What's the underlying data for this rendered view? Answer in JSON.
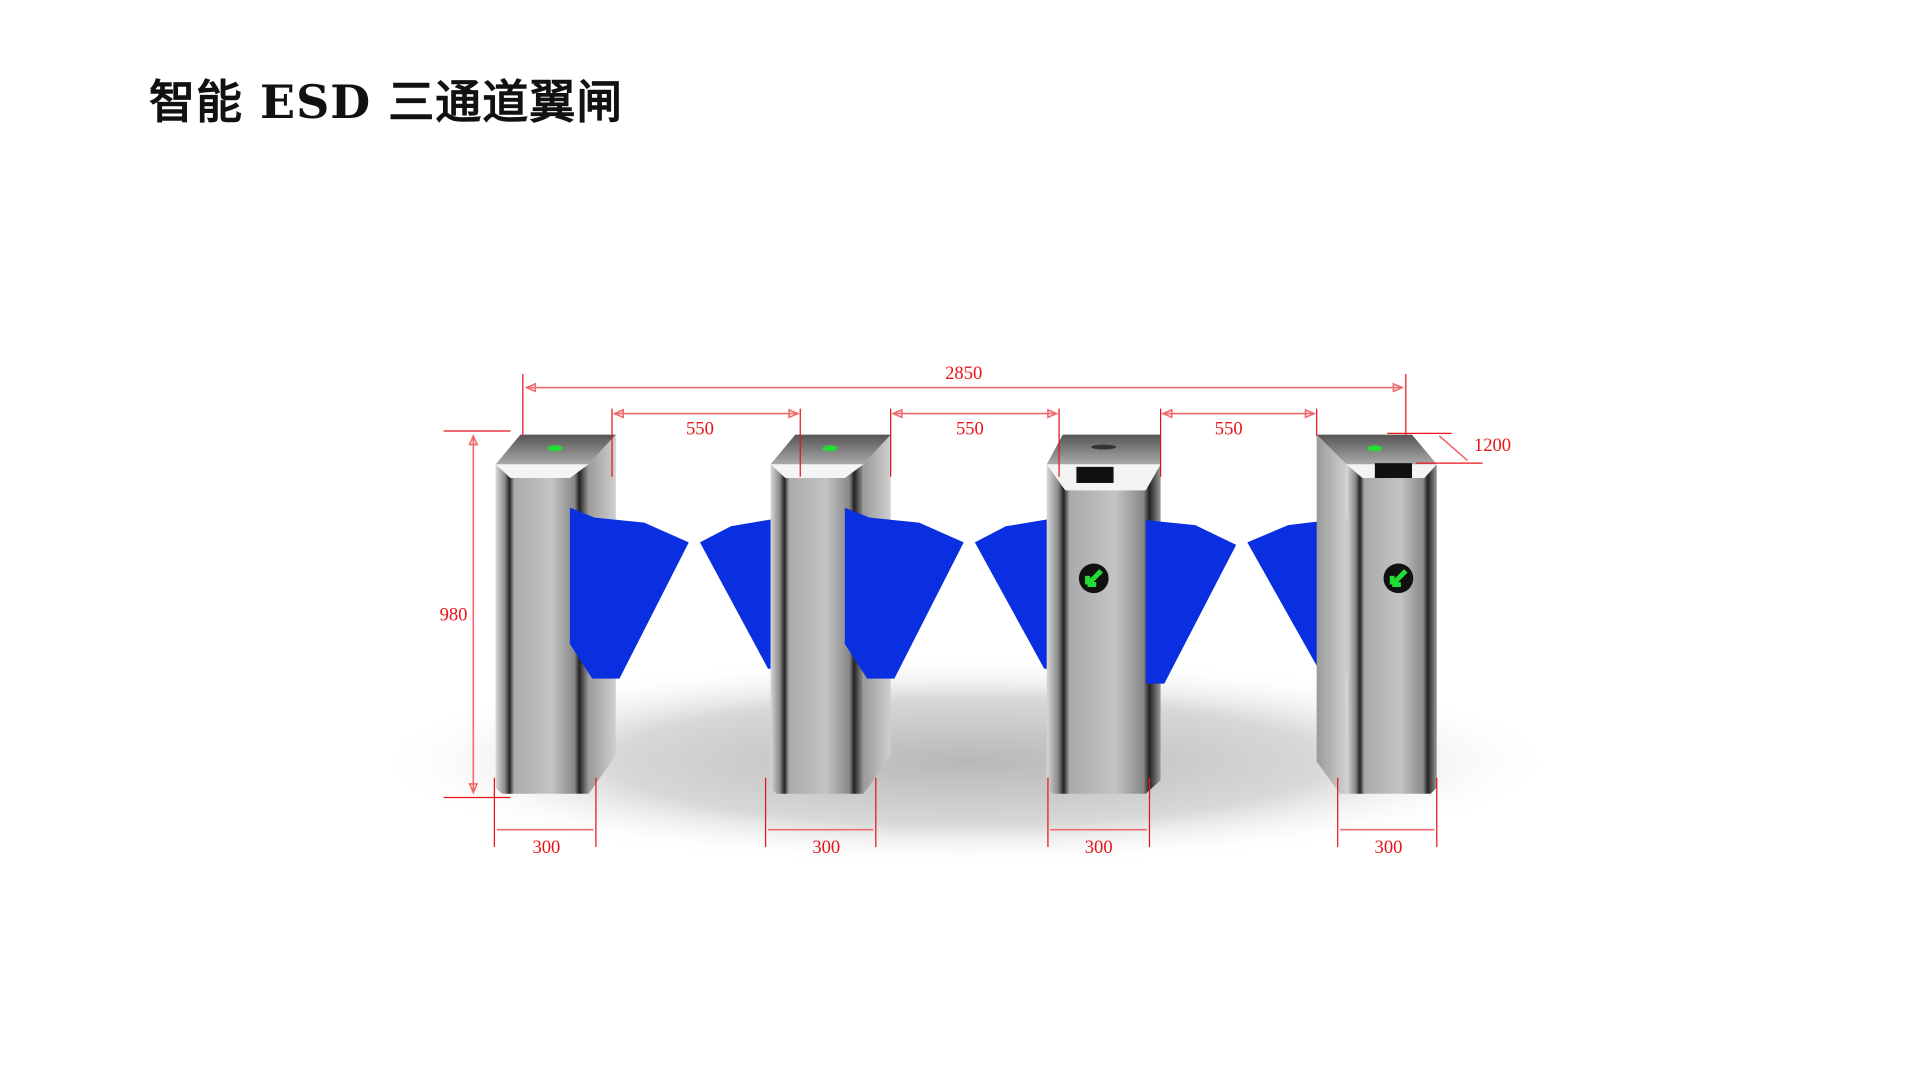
{
  "title": "智能 ESD 三通道翼闸",
  "dimensions": {
    "total_width": "2850",
    "lane_widths": [
      "550",
      "550",
      "550"
    ],
    "depth": "1200",
    "height": "980",
    "post_widths": [
      "300",
      "300",
      "300",
      "300"
    ]
  },
  "colors": {
    "flap": "#0a2fe0",
    "dimension": "#e8141a",
    "indicator": "#22dd33"
  }
}
